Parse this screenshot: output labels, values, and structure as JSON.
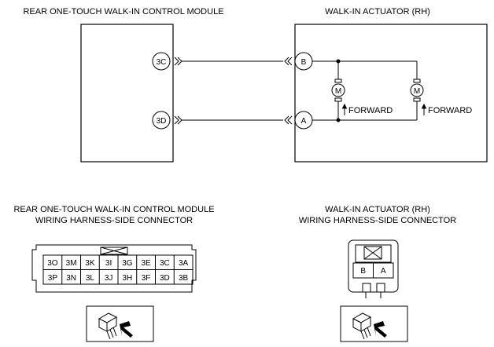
{
  "labels": {
    "module_title": "REAR ONE-TOUCH WALK-IN CONTROL MODULE",
    "actuator_title": "WALK-IN ACTUATOR (RH)",
    "module_connector_line1": "REAR ONE-TOUCH WALK-IN CONTROL MODULE",
    "module_connector_line2": "WIRING HARNESS-SIDE CONNECTOR",
    "actuator_connector_line1": "WALK-IN ACTUATOR (RH)",
    "actuator_connector_line2": "WIRING HARNESS-SIDE CONNECTOR"
  },
  "module_terminals": {
    "top": "3C",
    "bottom": "3D"
  },
  "actuator_terminals": {
    "top": "B",
    "bottom": "A"
  },
  "motors": {
    "motor_symbol": "M",
    "forward_label": "FORWARD"
  },
  "module_connector": {
    "row1": [
      "3O",
      "3M",
      "3K",
      "3I",
      "3G",
      "3E",
      "3C",
      "3A"
    ],
    "row2": [
      "3P",
      "3N",
      "3L",
      "3J",
      "3H",
      "3F",
      "3D",
      "3B"
    ]
  },
  "actuator_connector": {
    "cells": [
      "B",
      "A"
    ]
  },
  "icons": {
    "connector_view": "connector-view-arrow-icon",
    "motor": "motor-icon",
    "forward_arrow": "arrow-up-icon"
  }
}
